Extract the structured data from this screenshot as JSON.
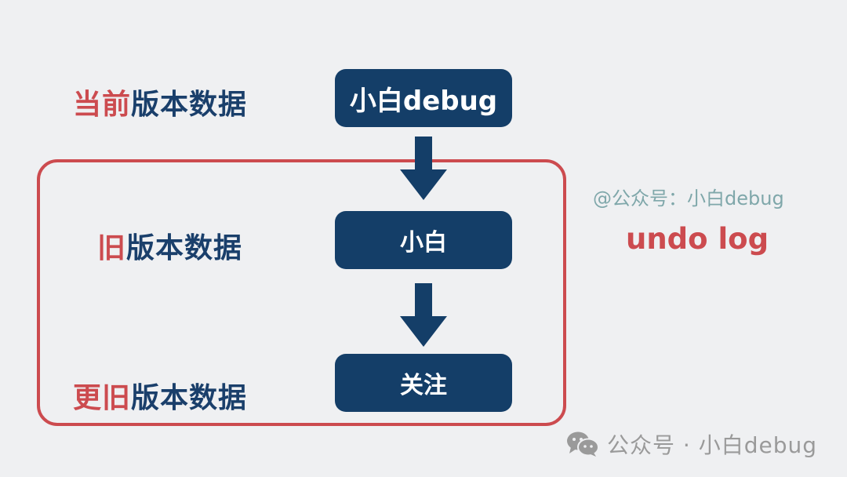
{
  "rows": [
    {
      "label_highlight": "当前",
      "label_rest": "版本数据",
      "node_text": "小白debug"
    },
    {
      "label_highlight": "旧",
      "label_rest": "版本数据",
      "node_text": "小白"
    },
    {
      "label_highlight": "更旧",
      "label_rest": "版本数据",
      "node_text": "关注"
    }
  ],
  "group_label": "undo log",
  "watermark_text": "@公众号：小白debug",
  "footer": {
    "icon": "wechat-icon",
    "text": "公众号 · 小白debug"
  },
  "colors": {
    "background": "#eff0f2",
    "node_fill": "#143e68",
    "label_blue": "#1a3f6b",
    "accent_red": "#cc4b4f",
    "watermark": "#7fa7aa",
    "footer_gray": "#9a9a9a"
  }
}
